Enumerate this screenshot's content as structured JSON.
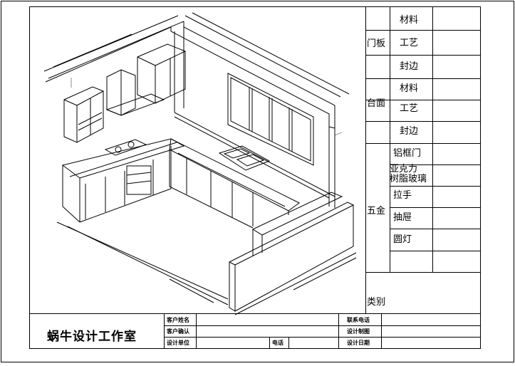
{
  "studio_name": "蜗牛设计工作室",
  "side_panel": {
    "door_panel": {
      "group": "门板",
      "items": [
        "材料",
        "工艺",
        "封边"
      ]
    },
    "countertop": {
      "group": "台面",
      "items": [
        "材料",
        "工艺",
        "封边"
      ]
    },
    "hardware": {
      "group": "五金",
      "items": [
        "铝框门",
        "亚克力",
        "树脂玻璃",
        "拉手",
        "抽屉",
        "圆灯"
      ]
    },
    "category": "类别"
  },
  "title_block": {
    "client_name": "客户姓名",
    "client_confirm": "客户确认",
    "design_unit": "设计单位",
    "phone": "电话",
    "contact_phone": "联系电话",
    "drawing": "设计制图",
    "design_date": "设计日期"
  }
}
